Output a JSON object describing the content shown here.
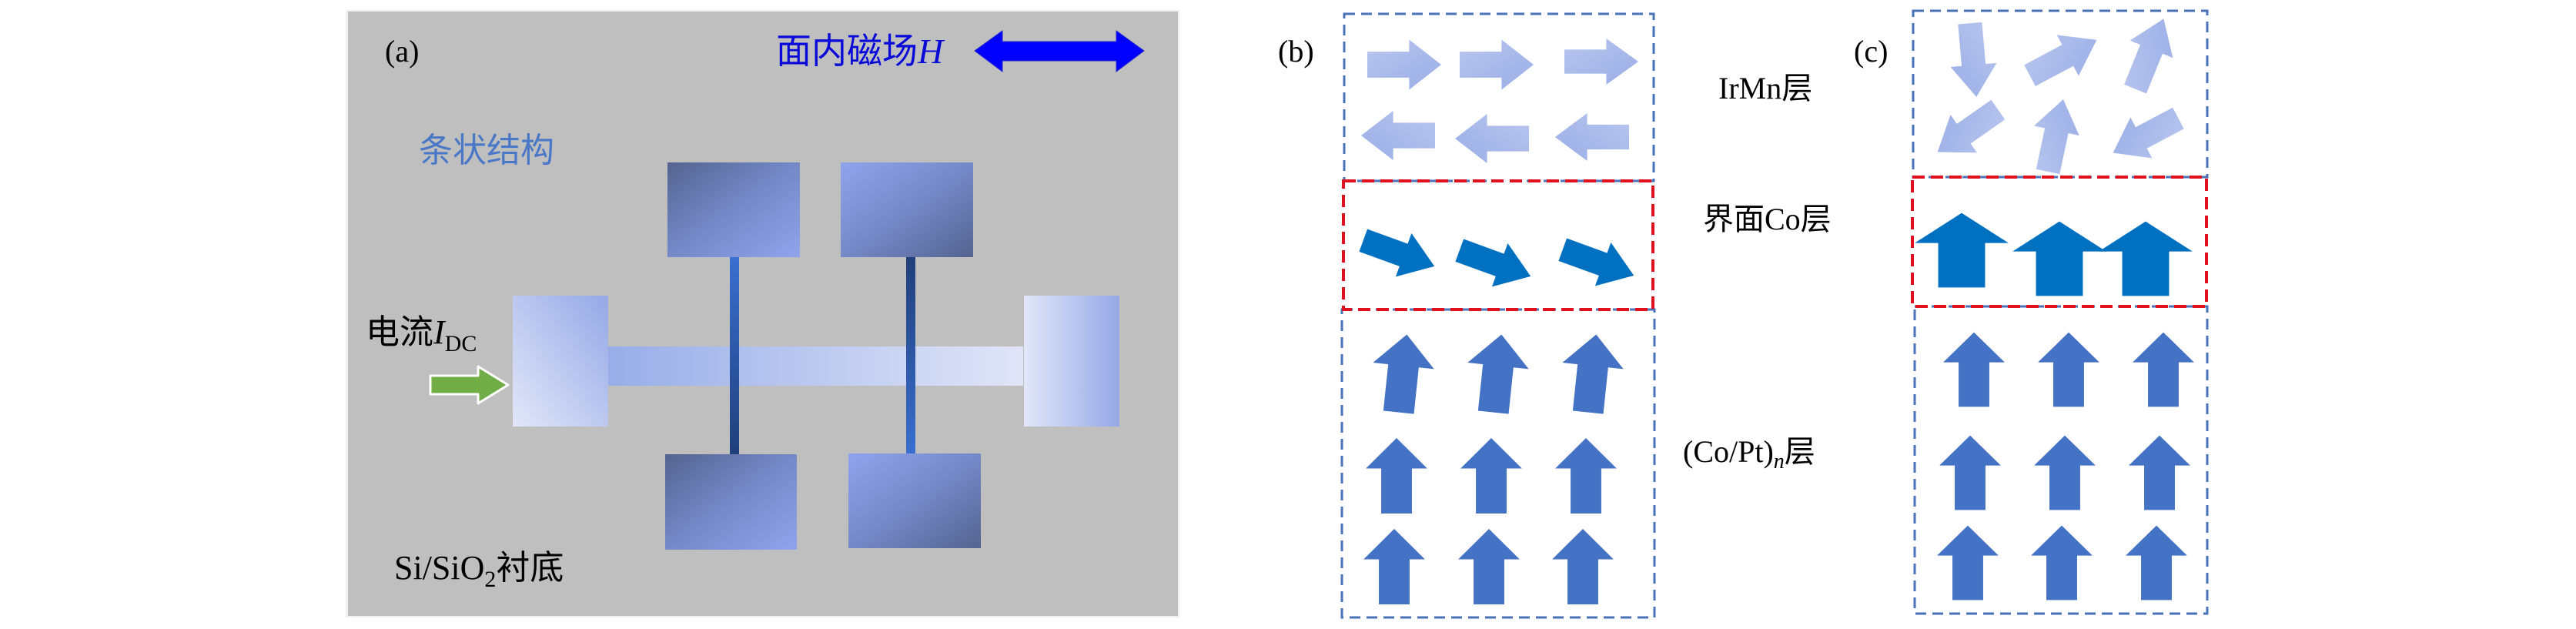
{
  "panel_a": {
    "label": "(a)",
    "field_label": "面内磁场",
    "field_symbol": "H",
    "structure_label": "条状结构",
    "current_label": "电流",
    "current_symbol": "I",
    "current_subscript": "DC",
    "substrate_label_pre": "Si/SiO",
    "substrate_subscript": "2",
    "substrate_label_post": "衬底",
    "colors": {
      "background": "#bfbfbf",
      "field_arrow": "#0000ff",
      "field_text": "#0a0ad8",
      "structure_text": "#4a78c6",
      "current_arrow": "#70ad47"
    }
  },
  "panel_b": {
    "label": "(b)"
  },
  "panel_c": {
    "label": "(c)"
  },
  "layers": {
    "irmn": "IrMn层",
    "interface_pre": "界面Co层",
    "copt_main": "(Co/Pt)",
    "copt_sub": "n",
    "copt_post": "层"
  },
  "colors": {
    "dashed_blue": "#4a72b8",
    "dashed_red": "#e0101e",
    "irmn_arrow": "#a4b4e6",
    "interface_arrow": "#0070c0",
    "copt_arrow": "#4472c4"
  }
}
